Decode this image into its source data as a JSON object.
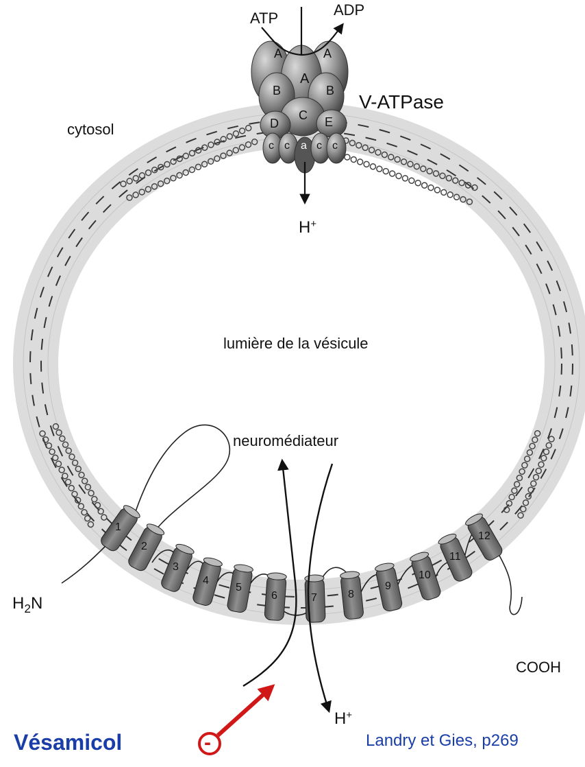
{
  "labels": {
    "atp": "ATP",
    "adp": "ADP",
    "v_atpase": "V-ATPase",
    "cytosol": "cytosol",
    "h_plus_top": "H",
    "h_plus_top_sup": "+",
    "lumen": "lumière de la vésicule",
    "neuromediateur": "neuromédiateur",
    "h2n_h": "H",
    "h2n_sub": "2",
    "h2n_n": "N",
    "cooh": "COOH",
    "h_plus_bottom": "H",
    "h_plus_bottom_sup": "+",
    "vesamicol": "Vésamicol",
    "citation": "Landry et Gies, p269",
    "inhibit_symbol": "-"
  },
  "atpase_subunits": {
    "A_left": "A",
    "A_center": "A",
    "A_right": "A",
    "B_left": "B",
    "B_right": "B",
    "C": "C",
    "D": "D",
    "E": "E",
    "c1": "c",
    "c2": "c",
    "a": "a",
    "c3": "c",
    "c4": "c"
  },
  "transporter_helices": [
    "1",
    "2",
    "3",
    "4",
    "5",
    "6",
    "7",
    "8",
    "9",
    "10",
    "11",
    "12"
  ],
  "colors": {
    "membrane": "#dcdcdc",
    "protein_dark": "#6a6a6a",
    "protein_mid": "#9a9a9a",
    "protein_light": "#c9c9c9",
    "inhibitor_red": "#d01818",
    "citation_blue": "#1a3ea8",
    "title_blue": "#1a3ea8"
  }
}
